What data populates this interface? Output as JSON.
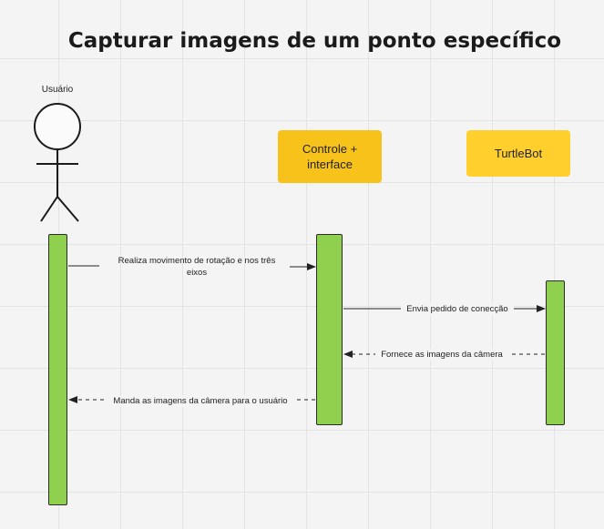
{
  "title": "Capturar imagens de um ponto específico",
  "actor": {
    "label": "Usuário",
    "icon": "stick-figure-icon"
  },
  "participants": [
    {
      "label": "Controle + interface",
      "color": "#f7c21a"
    },
    {
      "label": "TurtleBot",
      "color": "#ffd02d"
    }
  ],
  "activation_color": "#8fd14f",
  "messages": [
    {
      "text": "Realiza movimento de rotação e nos três eixos",
      "from": "Usuário",
      "to": "Controle + interface",
      "style": "solid"
    },
    {
      "text": "Envia pedido de conecção",
      "from": "Controle + interface",
      "to": "TurtleBot",
      "style": "solid"
    },
    {
      "text": "Fornece as imagens da câmera",
      "from": "TurtleBot",
      "to": "Controle + interface",
      "style": "dashed"
    },
    {
      "text": "Manda as imagens da câmera para o usuário",
      "from": "Controle + interface",
      "to": "Usuário",
      "style": "dashed"
    }
  ]
}
